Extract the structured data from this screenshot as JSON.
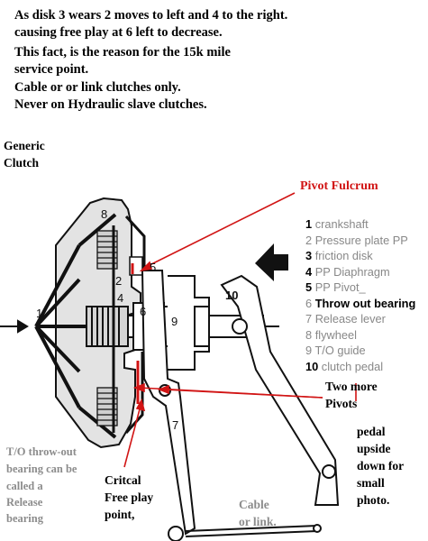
{
  "notes": [
    "As disk 3 wears 2 moves to left and 4 to the right.",
    "causing free play at 6 left to decrease.",
    "This fact, is the reason for the 15k mile",
    "service point.",
    "Cable or or link clutches only.",
    "Never on Hydraulic slave clutches."
  ],
  "generic_label": [
    "Generic",
    "Clutch"
  ],
  "pivot_fulcrum": "Pivot Fulcrum",
  "legend": [
    {
      "num": "1",
      "text": "crankshaft",
      "bold": false
    },
    {
      "num": "2",
      "text": "Pressure plate PP",
      "bold": false
    },
    {
      "num": "3",
      "text": "friction disk",
      "bold": false
    },
    {
      "num": "4",
      "text": "PP Diaphragm",
      "bold": false
    },
    {
      "num": "5",
      "text": "PP Pivot_",
      "bold": false
    },
    {
      "num": "6",
      "text": "Throw out bearing",
      "bold": true
    },
    {
      "num": "7",
      "text": "Release lever",
      "bold": false
    },
    {
      "num": "8",
      "text": "flywheel",
      "bold": false
    },
    {
      "num": "9",
      "text": "T/O guide",
      "bold": false
    },
    {
      "num": "10",
      "text": "clutch pedal",
      "bold": false
    }
  ],
  "two_more_pivots": [
    "Two more",
    "Pivots"
  ],
  "pedal_note": [
    "pedal",
    "upside",
    "down for",
    "small",
    "photo."
  ],
  "to_note": [
    "T/O throw-out",
    "bearing can be",
    "called a",
    "Release",
    "bearing"
  ],
  "critical_note": [
    "Critcal",
    "Free play",
    "point,"
  ],
  "cable_note": [
    "Cable",
    "or link."
  ],
  "part_numbers": [
    "1",
    "2",
    "4",
    "5",
    "6",
    "7",
    "8",
    "9",
    "10"
  ],
  "colors": {
    "annotation": "#d11414",
    "muted": "#8c8c8c",
    "ink": "#111111"
  }
}
